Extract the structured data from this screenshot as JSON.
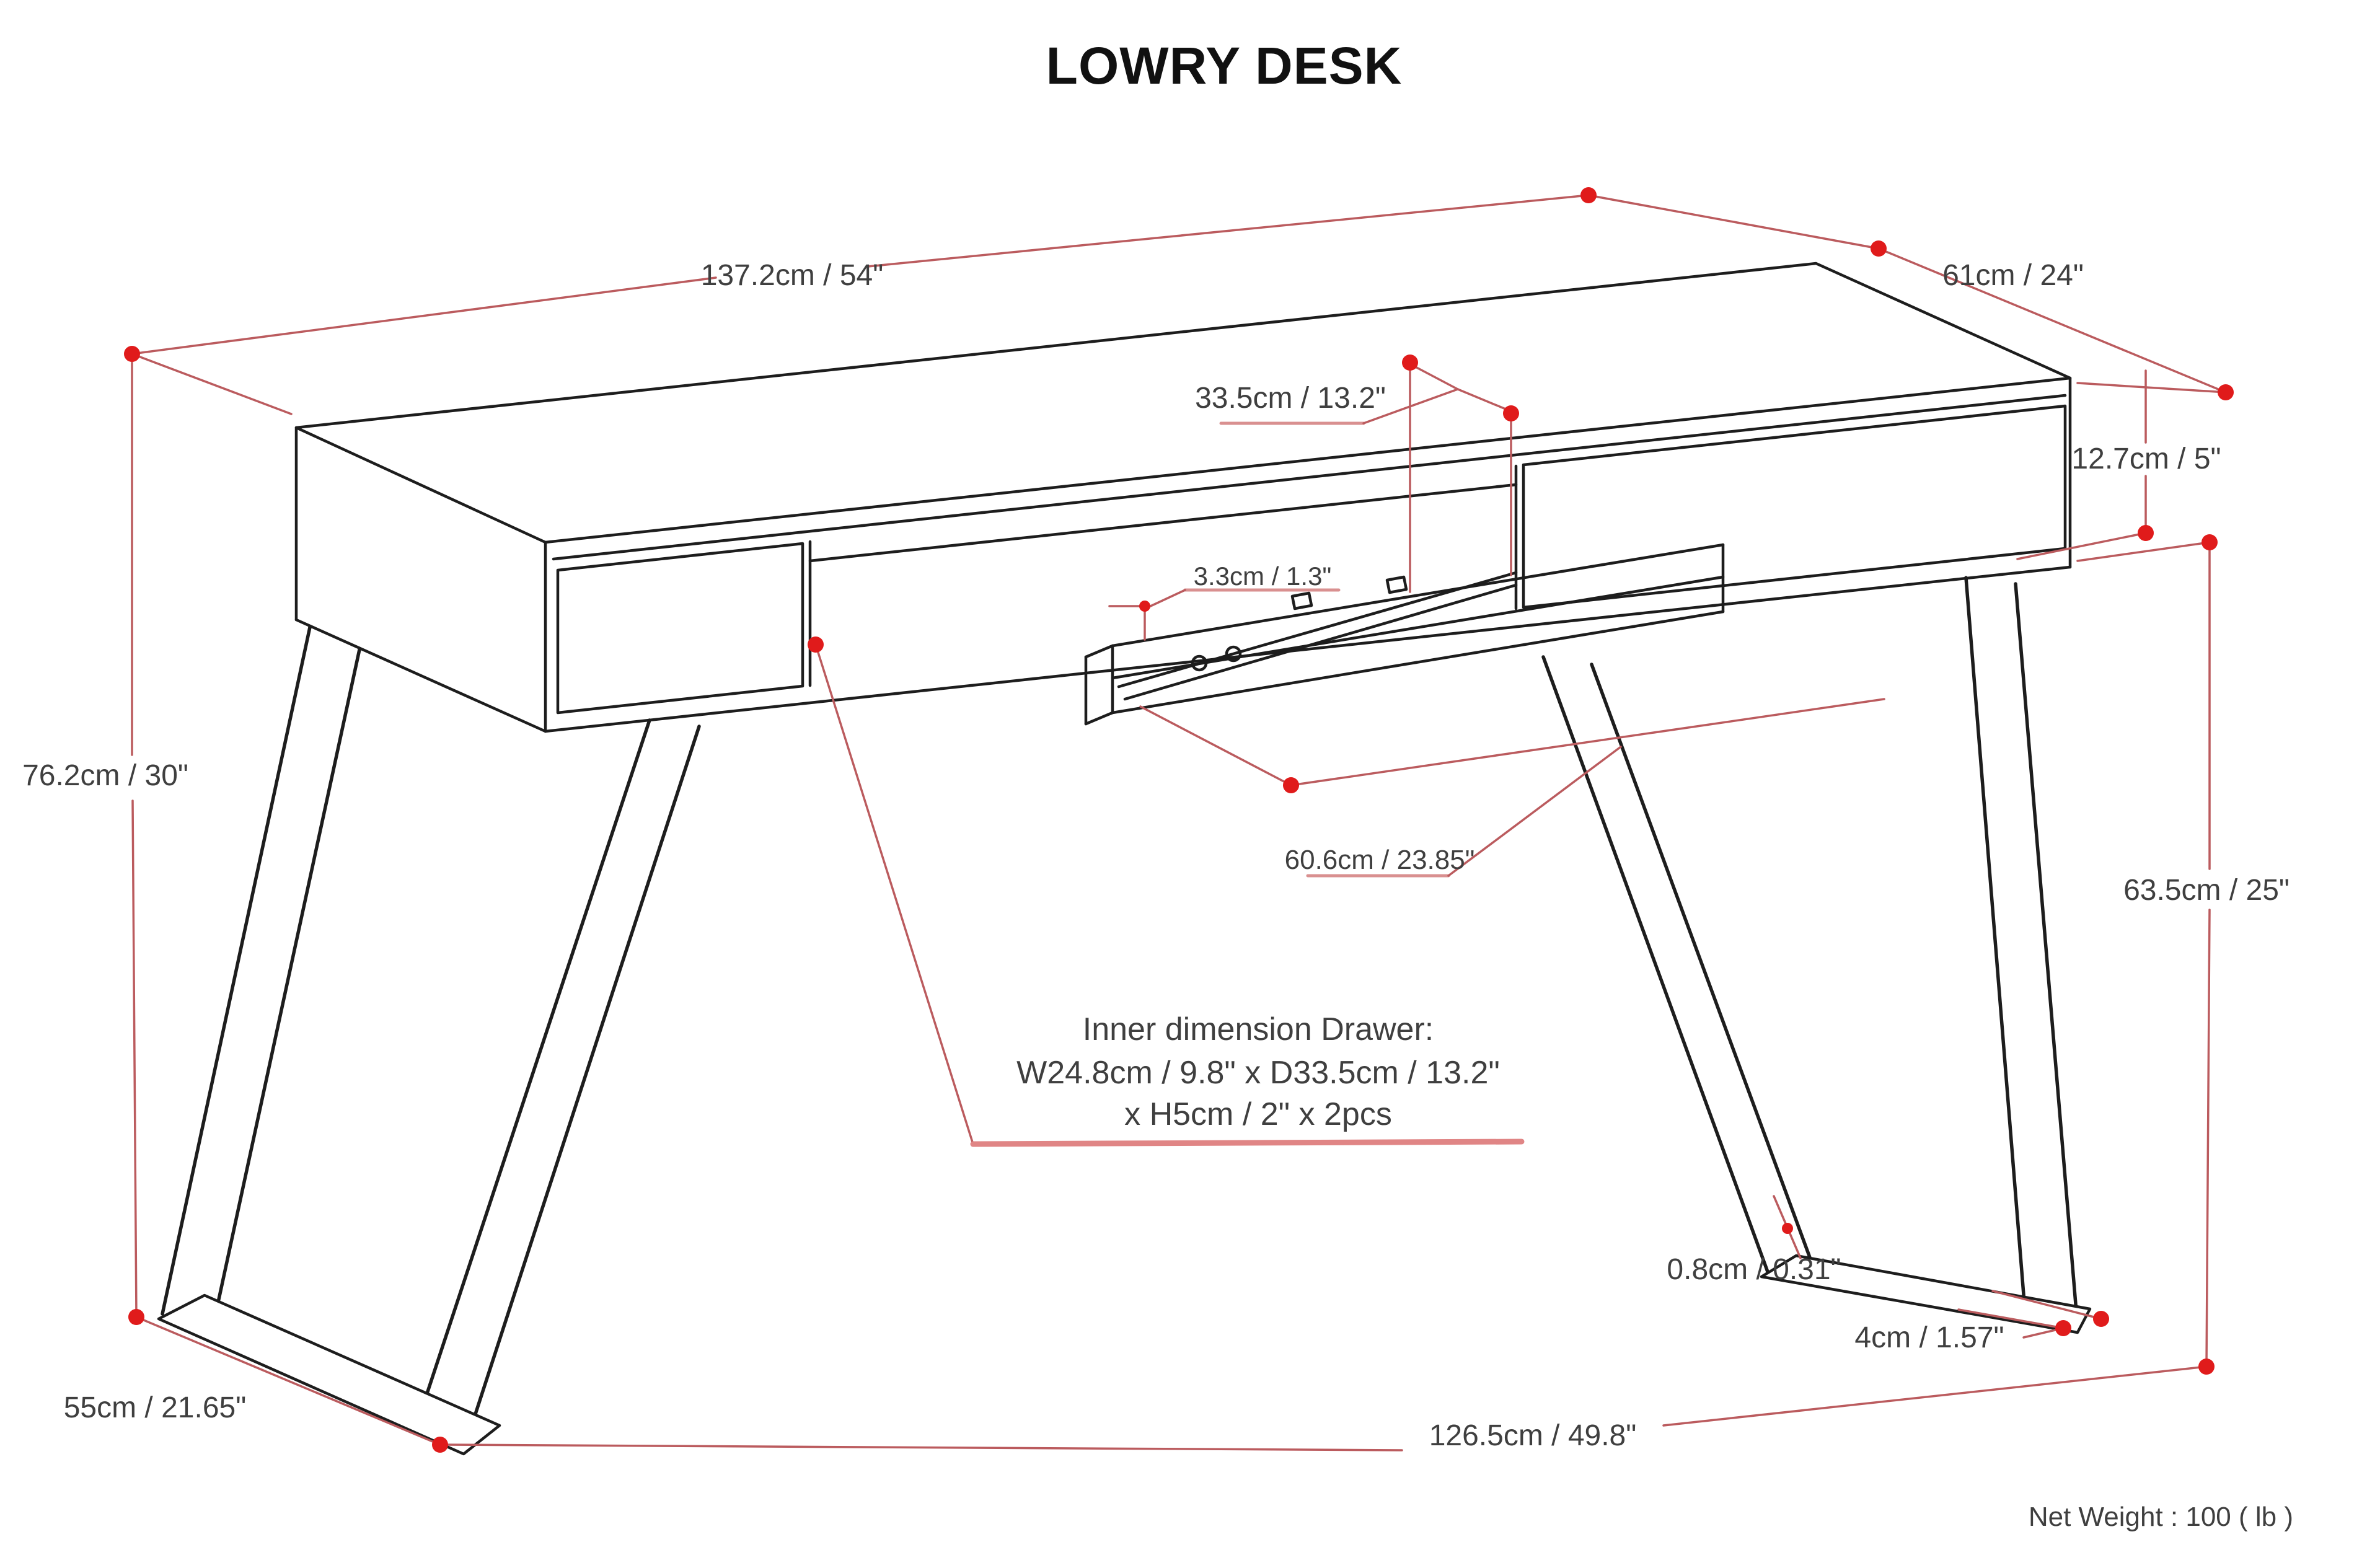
{
  "title": "LOWRY DESK",
  "labels": {
    "top_length": "137.2cm / 54\"",
    "top_depth": "61cm / 24\"",
    "drawer_depth": "33.5cm / 13.2\"",
    "top_thickness": "12.7cm / 5\"",
    "tray_lip_height": "3.3cm / 1.3\"",
    "overall_height": "76.2cm / 30\"",
    "leg_clearance_height": "63.5cm / 25\"",
    "tray_width": "60.6cm / 23.85\"",
    "leg_thickness": "0.8cm / 0.31\"",
    "foot_thickness": "4cm / 1.57\"",
    "base_depth": "55cm / 21.65\"",
    "base_width": "126.5cm / 49.8\"",
    "inner_drawer_title": "Inner dimension Drawer:",
    "inner_drawer_size": "W24.8cm / 9.8\" x D33.5cm / 13.2\"",
    "inner_drawer_qty": "x H5cm / 2\" x 2pcs",
    "net_weight": "Net Weight : 100 ( lb )"
  },
  "colors": {
    "dot": "#e01b1b",
    "dimension_line": "#bb5b5e",
    "drawing_ink": "#1d1d1d",
    "label_text": "#3f3f3f"
  }
}
